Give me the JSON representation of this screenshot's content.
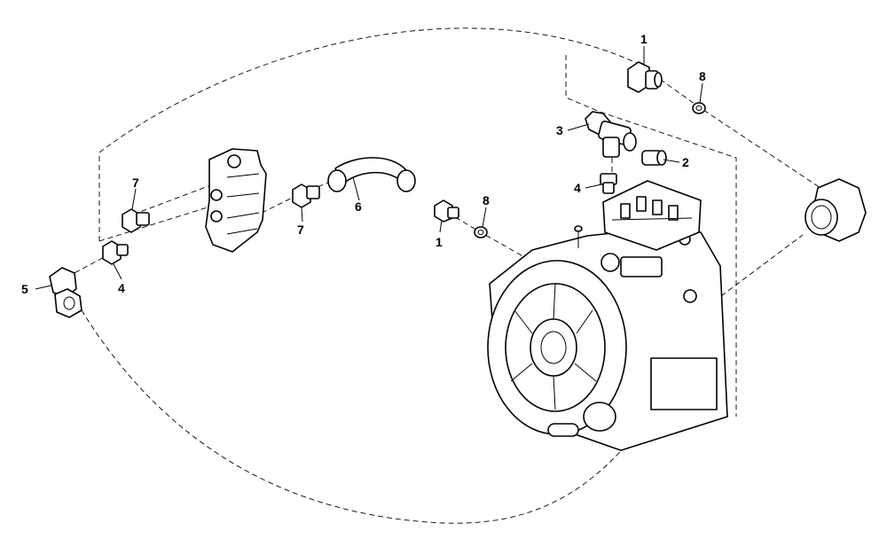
{
  "diagram": {
    "callouts": [
      {
        "id": "c1-top",
        "label": "1"
      },
      {
        "id": "c8-top",
        "label": "8"
      },
      {
        "id": "c3",
        "label": "3"
      },
      {
        "id": "c2",
        "label": "2"
      },
      {
        "id": "c4-mid",
        "label": "4"
      },
      {
        "id": "c8-mid",
        "label": "8"
      },
      {
        "id": "c1-mid",
        "label": "1"
      },
      {
        "id": "c7-left",
        "label": "7"
      },
      {
        "id": "c7-mid",
        "label": "7"
      },
      {
        "id": "c6",
        "label": "6"
      },
      {
        "id": "c4-left",
        "label": "4"
      },
      {
        "id": "c5",
        "label": "5"
      }
    ]
  }
}
